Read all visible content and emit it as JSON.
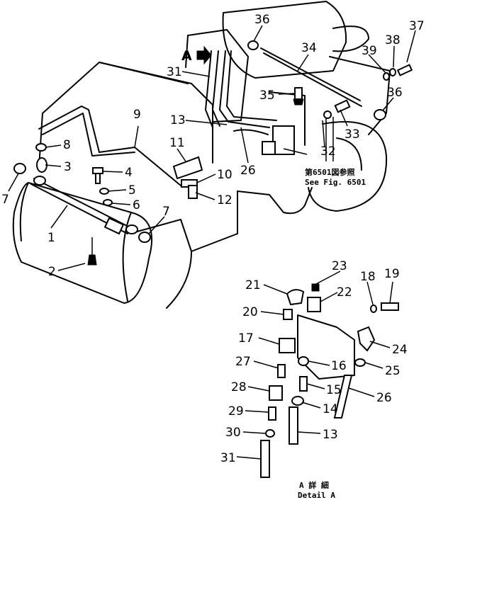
{
  "callouts": {
    "c1": "1",
    "c2": "2",
    "c3": "3",
    "c4": "4",
    "c5": "5",
    "c6": "6",
    "c7": "7",
    "c8": "8",
    "c9": "9",
    "c10": "10",
    "c11": "11",
    "c12": "12",
    "c13": "13",
    "c14": "14",
    "c15": "15",
    "c16": "16",
    "c17": "17",
    "c18": "18",
    "c19": "19",
    "c20": "20",
    "c21": "21",
    "c22": "22",
    "c23": "23",
    "c24": "24",
    "c25": "25",
    "c26": "26",
    "c27": "27",
    "c28": "28",
    "c29": "29",
    "c30": "30",
    "c31": "31",
    "c32": "32",
    "c33": "33",
    "c34": "34",
    "c35": "35",
    "c36": "36",
    "c37": "37",
    "c38": "38",
    "c39": "39"
  },
  "view_marker": "A",
  "notes": {
    "see_fig_jp": "第6501図参照",
    "see_fig_en": "See Fig. 6501",
    "detail_jp": "A 詳 細",
    "detail_en": "Detail A"
  }
}
